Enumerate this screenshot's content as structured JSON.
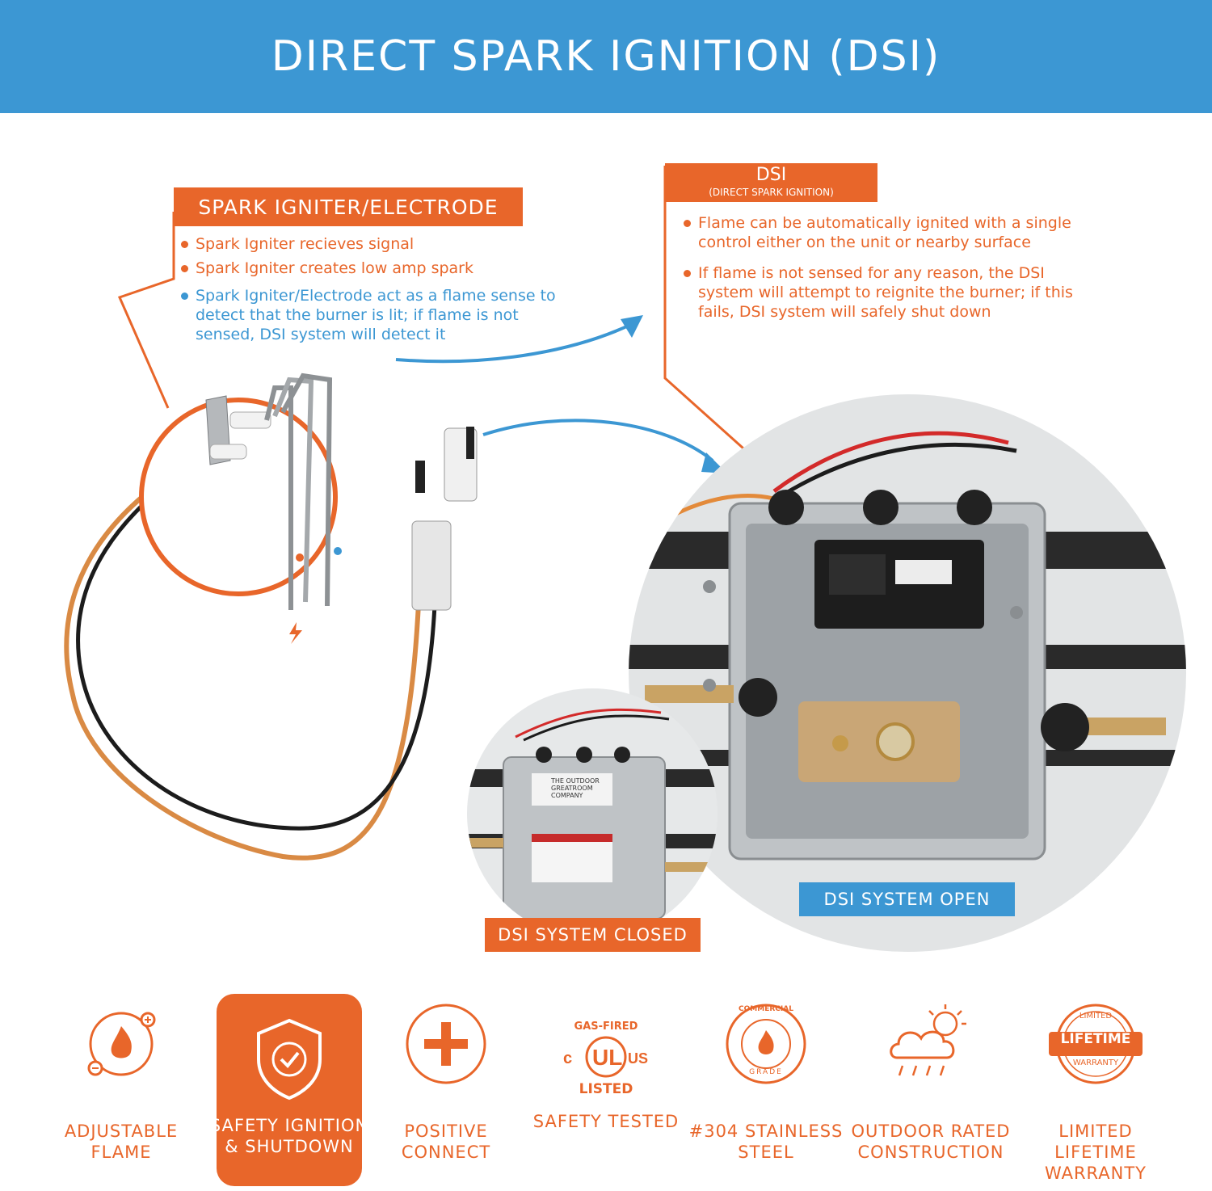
{
  "header": {
    "title": "DIRECT SPARK IGNITION (DSI)"
  },
  "igniter": {
    "title": "SPARK IGNITER/ELECTRODE",
    "bullets": [
      "Spark Igniter recieves signal",
      "Spark Igniter creates low amp spark"
    ],
    "blue_bullet": "Spark Igniter/Electrode act as a flame sense to detect that the burner is lit; if flame is not sensed, DSI system will detect it"
  },
  "dsi": {
    "title": "DSI",
    "subtitle": "(DIRECT SPARK IGNITION)",
    "bullets": [
      "Flame can be automatically ignited with a single control either on the unit or nearby surface",
      "If flame is not sensed for any reason, the DSI system will attempt to reignite the burner; if this fails, DSI system will safely shut down"
    ]
  },
  "labels": {
    "open": "DSI SYSTEM OPEN",
    "closed": "DSI SYSTEM CLOSED",
    "box_brand": "THE OUTDOOR GREATROOM COMPANY"
  },
  "features": [
    {
      "label": "ADJUSTABLE FLAME",
      "icon": "adjustable-flame-icon"
    },
    {
      "label": "SAFETY IGNITION & SHUTDOWN",
      "icon": "shield-check-icon"
    },
    {
      "label": "POSITIVE CONNECT",
      "icon": "plus-circle-icon"
    },
    {
      "label": "SAFETY TESTED",
      "icon": "ul-listed-icon",
      "badge_top": "GAS-FIRED",
      "badge_bottom": "LISTED"
    },
    {
      "label": "#304 STAINLESS STEEL",
      "icon": "commercial-grade-icon",
      "badge_top": "COMMERCIAL",
      "badge_bottom": "GRADE"
    },
    {
      "label": "OUTDOOR RATED CONSTRUCTION",
      "icon": "weather-icon"
    },
    {
      "label": "LIMITED LIFETIME WARRANTY",
      "icon": "lifetime-warranty-icon",
      "badge_top": "LIMITED",
      "badge_mid": "LIFETIME",
      "badge_bottom": "WARRANTY"
    }
  ],
  "colors": {
    "orange": "#e8662a",
    "blue": "#3c97d3"
  }
}
